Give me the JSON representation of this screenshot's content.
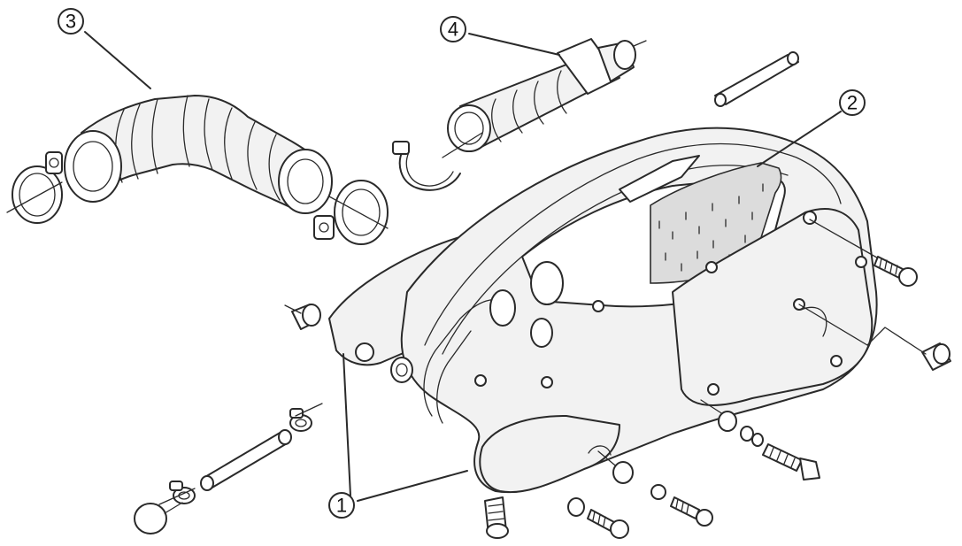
{
  "diagram": {
    "callouts": [
      {
        "id": "callout-1",
        "label": "1"
      },
      {
        "id": "callout-2",
        "label": "2"
      },
      {
        "id": "callout-3",
        "label": "3"
      },
      {
        "id": "callout-4",
        "label": "4"
      }
    ],
    "colors": {
      "line": "#2a2a2a",
      "part_fill": "#f2f2f2",
      "filter_element": "#dcdcdc",
      "background": "#ffffff"
    }
  }
}
